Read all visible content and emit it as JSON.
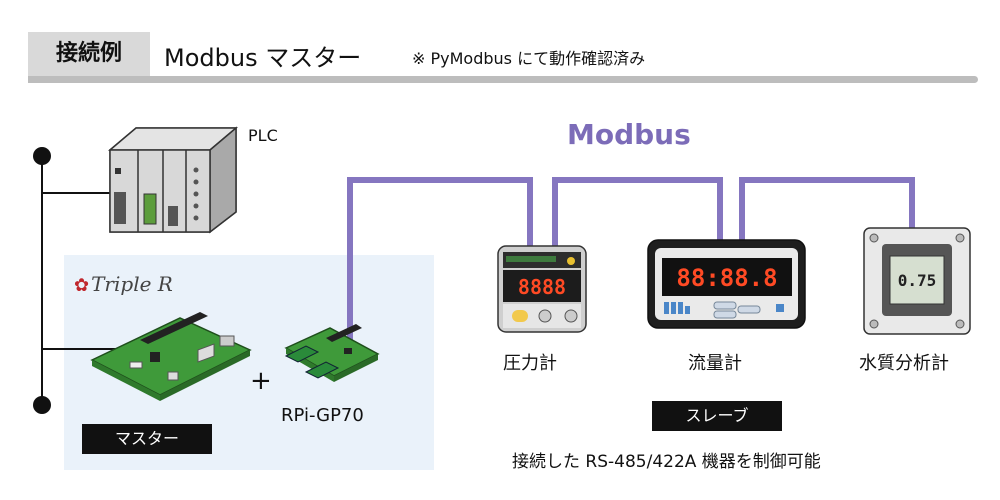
{
  "header": {
    "tag": "接続例",
    "title": "Modbus マスター",
    "note": "※ PyModbus にて動作確認済み"
  },
  "diagram": {
    "plc_label": "PLC",
    "bus_label": "Modbus",
    "brand_logo": "Triple R",
    "plus_sign": "+",
    "interface_board_label": "RPi-GP70",
    "master_badge": "マスター",
    "slave_badge": "スレーブ",
    "devices": [
      {
        "label": "圧力計",
        "display": "8888"
      },
      {
        "label": "流量計",
        "display": "88:88.8"
      },
      {
        "label": "水質分析計",
        "display": "0.75"
      }
    ],
    "caption": "接続した RS-485/422A 機器を制御可能",
    "colors": {
      "bus": "#8576c0",
      "header_bar": "#bdbdbd",
      "master_zone": "#eaf2fa",
      "pcb": "#3f9a3a"
    }
  }
}
